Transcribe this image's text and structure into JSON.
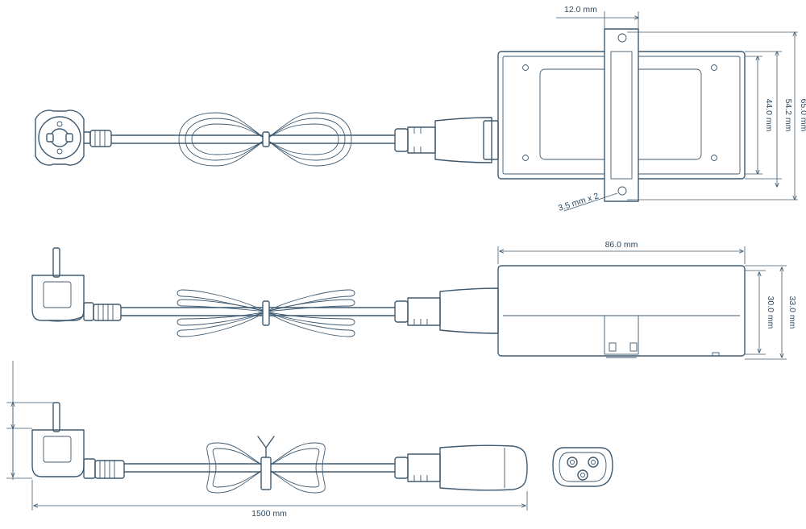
{
  "colors": {
    "line": "#3f5a70",
    "text": "#2f4a60",
    "background": "#ffffff"
  },
  "dimensions": {
    "hole_offset": "12.0 mm",
    "hole_spec": "3.5 mm x 2",
    "inner_height": "44.0 mm",
    "mid_height": "54.2 mm",
    "total_height": "65.0 mm",
    "body_length": "86.0 mm",
    "body_depth": "30.0 mm",
    "total_depth": "33.0 mm",
    "cable_length": "1500 mm"
  }
}
